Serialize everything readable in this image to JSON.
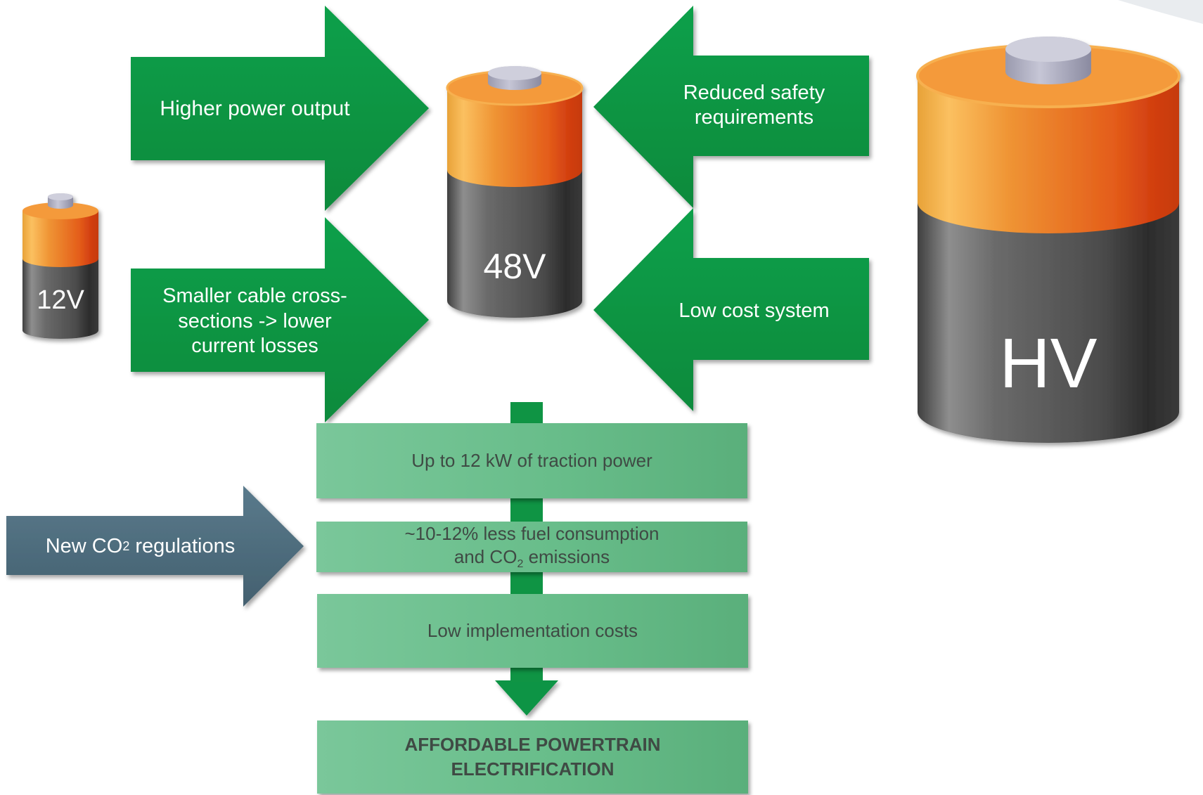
{
  "batteries": {
    "v12": "12V",
    "v48": "48V",
    "hv": "HV"
  },
  "arrows": {
    "higher_power": "Higher power output",
    "cable_line1": "Smaller cable cross-",
    "cable_line2": "sections -> lower",
    "cable_line3": "current losses",
    "safety_line1": "Reduced safety",
    "safety_line2": "requirements",
    "low_cost": "Low cost system",
    "co2_prefix": "New CO",
    "co2_sub": "2",
    "co2_suffix": " regulations"
  },
  "boxes": {
    "traction": "Up to 12 kW of traction power",
    "fuel_line1": "~10-12% less fuel consumption",
    "fuel_line2_prefix": "and CO",
    "fuel_line2_sub": "2",
    "fuel_line2_suffix": " emissions",
    "implementation": "Low implementation costs",
    "result_line1": "AFFORDABLE POWERTRAIN",
    "result_line2": "ELECTRIFICATION"
  },
  "colors": {
    "arrow_green": "#0f9444",
    "co2_arrow": "#4f6c7e",
    "box_green": "#6cc08e",
    "battery_orange": "#ee8a2a",
    "battery_gray": "#555555"
  }
}
